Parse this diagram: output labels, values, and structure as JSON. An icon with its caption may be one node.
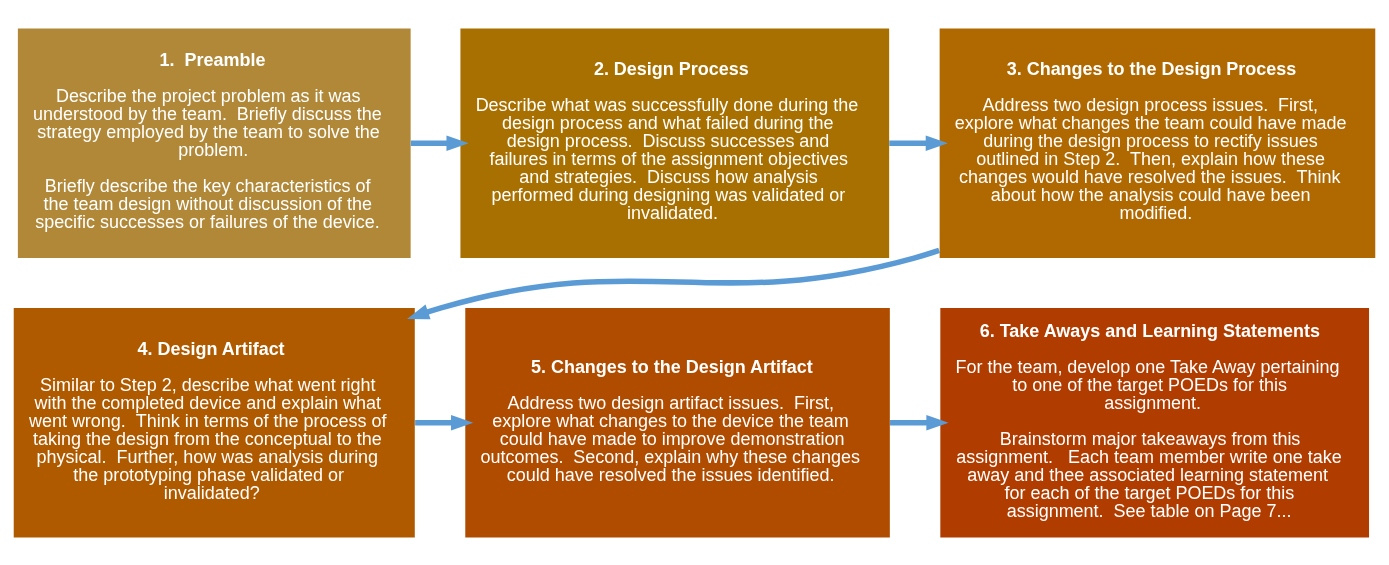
{
  "diagram": {
    "nodes": [
      {
        "text": [
          "1.  Preamble",
          "Describe the project problem as it was understood by the team.  Briefly discuss the strategy employed by the team to solve the problem.",
          "Briefly describe the key characteristics of the team design without discussion of the specific successes or failures of the device."
        ]
      },
      {
        "text": [
          "2. Design Process",
          "Describe what was successfully done during the design process and what failed during the design process.  Discuss successes and failures in terms of the assignment objectives and strategies.  Discuss how analysis performed during designing was validated or invalidated."
        ]
      },
      {
        "text": [
          "3. Changes to the Design Process",
          "Address two design process issues.  First, explore what changes the team could have made during the design process to rectify issues outlined in Step 2.  Then, explain how these changes would have resolved the issues.  Think about how the analysis could have been modified."
        ]
      },
      {
        "text": [
          "4. Design Artifact",
          "Similar to Step 2, describe what went right with the completed device and explain what went wrong.  Think in terms of the process of taking the design from the conceptual to the physical.  Further, how was analysis during the prototyping phase validated or invalidated?"
        ]
      },
      {
        "text": [
          "5. Changes to the Design Artifact",
          "Address two design artifact issues.  First, explore what changes to the device the team could have made to improve demonstration outcomes.  Second, explain why these changes could have resolved the issues identified."
        ]
      },
      {
        "text": [
          "6. Take Aways and Learning Statements",
          "For the team, develop one Take Away pertaining to one of the target POEDs for this assignment.",
          "Brainstorm major takeaways from this assignment.   Each team member write one take away and thee associated learning statement for each of the target POEDs for this assignment.  See table on Page 7..."
        ]
      }
    ],
    "edges": [
      {
        "from": 0,
        "to": 1,
        "arrow": "to"
      },
      {
        "from": 1,
        "to": 2,
        "arrow": "to"
      },
      {
        "from": 2,
        "to": 3,
        "arrow": "to"
      },
      {
        "from": 3,
        "to": 4,
        "arrow": "to"
      },
      {
        "from": 4,
        "to": 5,
        "arrow": "to"
      }
    ]
  }
}
